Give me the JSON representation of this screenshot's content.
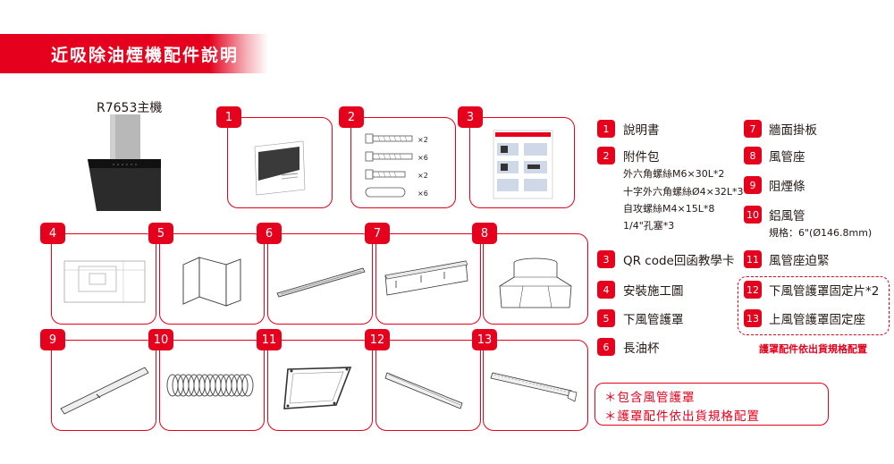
{
  "header": {
    "title": "近吸除油煙機配件說明"
  },
  "main_unit": {
    "label": "R7653主機"
  },
  "parts": [
    {
      "num": "1"
    },
    {
      "num": "2"
    },
    {
      "num": "3"
    },
    {
      "num": "4"
    },
    {
      "num": "5"
    },
    {
      "num": "6"
    },
    {
      "num": "7"
    },
    {
      "num": "8"
    },
    {
      "num": "9"
    },
    {
      "num": "10"
    },
    {
      "num": "11"
    },
    {
      "num": "12"
    },
    {
      "num": "13"
    }
  ],
  "screws": {
    "qty1": "×2",
    "qty2": "×6",
    "qty3": "×2",
    "qty4": "×6"
  },
  "legend": {
    "item1": {
      "num": "1",
      "label": "說明書"
    },
    "item2": {
      "num": "2",
      "label": "附件包",
      "subs": [
        "外六角螺絲M6×30L*2",
        "十字外六角螺絲Ø4×32L*3",
        "自攻螺絲M4×15L*8",
        "1/4\"孔塞*3"
      ]
    },
    "item3": {
      "num": "3",
      "label": "QR code回函教學卡"
    },
    "item4": {
      "num": "4",
      "label": "安裝施工圖"
    },
    "item5": {
      "num": "5",
      "label": "下風管護罩"
    },
    "item6": {
      "num": "6",
      "label": "長油杯"
    },
    "item7": {
      "num": "7",
      "label": "牆面掛板"
    },
    "item8": {
      "num": "8",
      "label": "風管座"
    },
    "item9": {
      "num": "9",
      "label": "阻煙條"
    },
    "item10": {
      "num": "10",
      "label": "鋁風管",
      "sub": "規格：6\"(Ø146.8mm)"
    },
    "item11": {
      "num": "11",
      "label": "風管座迫緊"
    },
    "item12": {
      "num": "12",
      "label": "下風管護罩固定片*2"
    },
    "item13": {
      "num": "13",
      "label": "上風管護罩固定座"
    }
  },
  "dashed_note": "護罩配件依出貨規格配置",
  "notes": [
    "＊包含風管護罩",
    "＊護罩配件依出貨規格配置"
  ],
  "colors": {
    "accent": "#e5001d",
    "text": "#231815"
  }
}
